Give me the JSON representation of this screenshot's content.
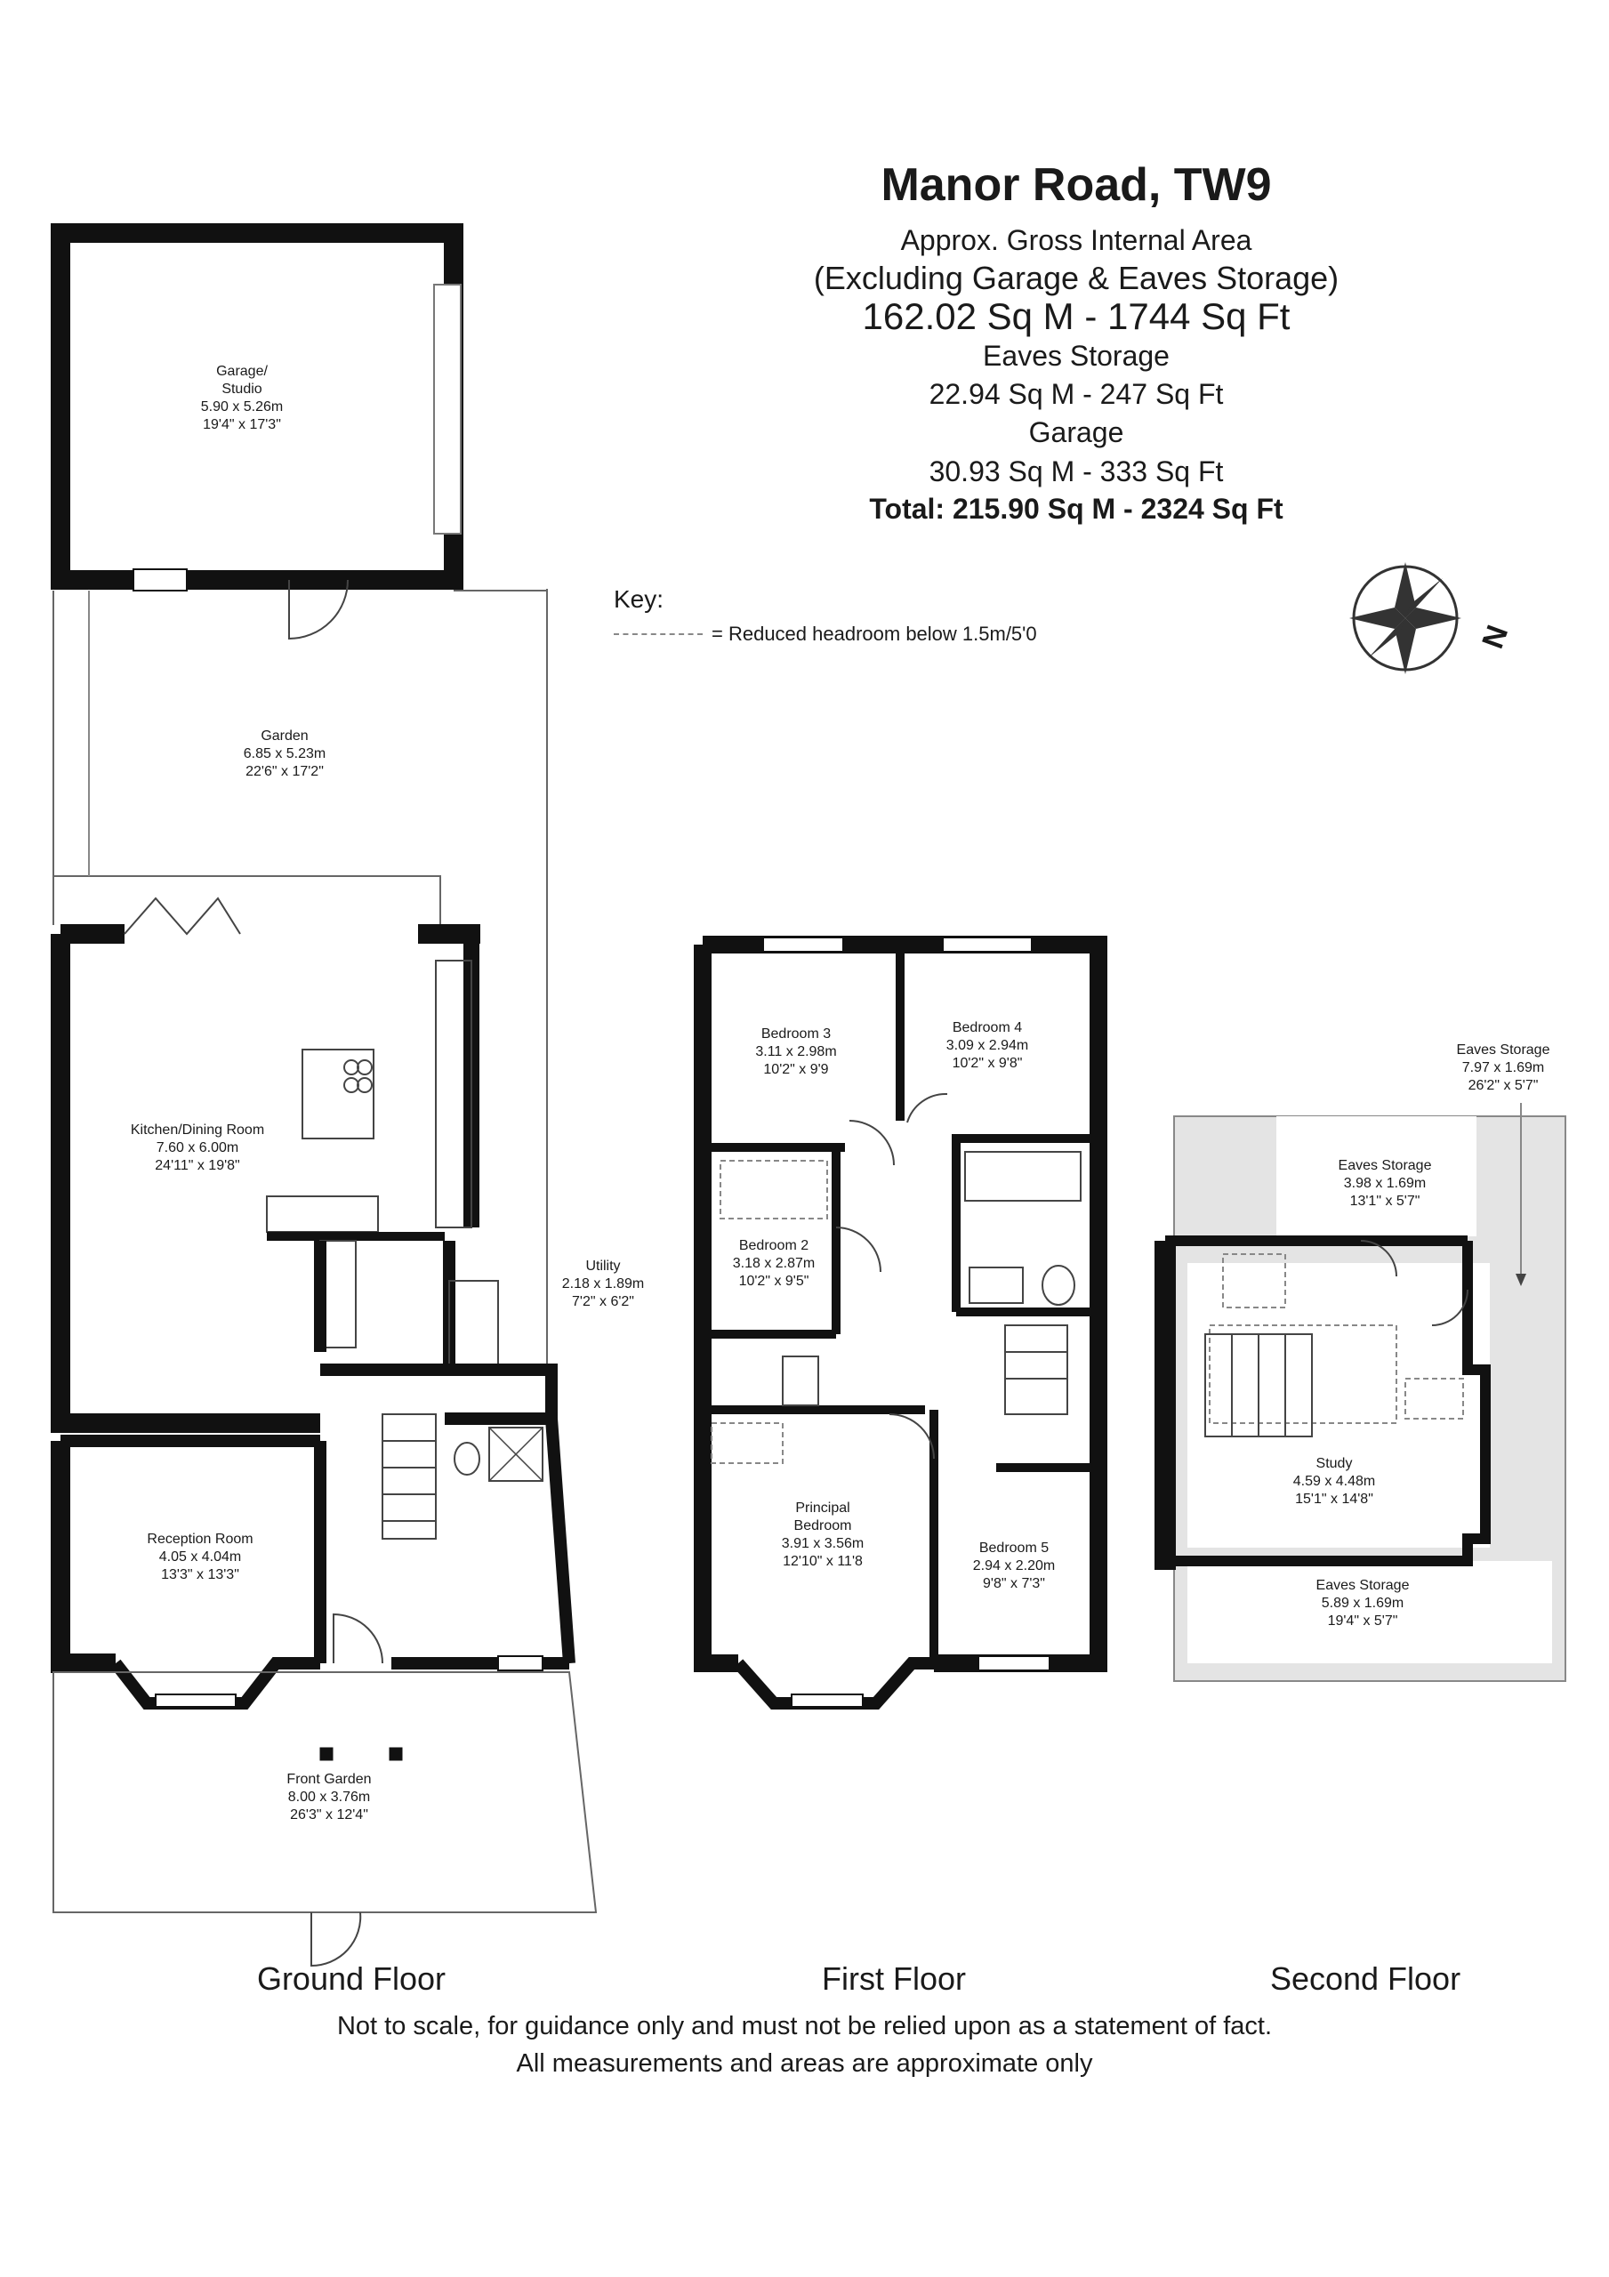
{
  "header": {
    "title": "Manor Road, TW9",
    "gia_label": "Approx. Gross Internal Area",
    "gia_note": "(Excluding Garage & Eaves Storage)",
    "gia_value": "162.02 Sq M -  1744 Sq Ft",
    "eaves_label": "Eaves Storage",
    "eaves_value": "22.94 Sq M -  247 Sq Ft",
    "garage_label": "Garage",
    "garage_value": "30.93 Sq M -  333 Sq Ft",
    "total": "Total: 215.90 Sq M -  2324 Sq Ft"
  },
  "key": {
    "title": "Key:",
    "reduced_headroom": "= Reduced headroom below 1.5m/5'0"
  },
  "compass": {
    "letter": "N"
  },
  "floors": {
    "ground": "Ground Floor",
    "first": "First Floor",
    "second": "Second Floor"
  },
  "rooms": {
    "garage": {
      "name": "Garage/",
      "name2": "Studio",
      "metric": "5.90 x 5.26m",
      "imperial": "19'4\" x 17'3\""
    },
    "garden": {
      "name": "Garden",
      "metric": "6.85 x 5.23m",
      "imperial": "22'6\" x 17'2\""
    },
    "kitchen": {
      "name": "Kitchen/Dining Room",
      "metric": "7.60 x 6.00m",
      "imperial": "24'11\" x 19'8\""
    },
    "utility": {
      "name": "Utility",
      "metric": "2.18 x 1.89m",
      "imperial": "7'2\" x 6'2\""
    },
    "reception": {
      "name": "Reception Room",
      "metric": "4.05 x 4.04m",
      "imperial": "13'3\" x 13'3\""
    },
    "front_garden": {
      "name": "Front Garden",
      "metric": "8.00 x 3.76m",
      "imperial": "26'3\" x 12'4\""
    },
    "bedroom3": {
      "name": "Bedroom 3",
      "metric": "3.11 x 2.98m",
      "imperial": "10'2\" x 9'9"
    },
    "bedroom4": {
      "name": "Bedroom 4",
      "metric": "3.09 x 2.94m",
      "imperial": "10'2\" x 9'8\""
    },
    "bedroom2": {
      "name": "Bedroom 2",
      "metric": "3.18 x 2.87m",
      "imperial": "10'2\" x 9'5\""
    },
    "principal": {
      "name": "Principal",
      "name2": "Bedroom",
      "metric": "3.91 x 3.56m",
      "imperial": "12'10\" x 11'8"
    },
    "bedroom5": {
      "name": "Bedroom 5",
      "metric": "2.94 x 2.20m",
      "imperial": "9'8\" x 7'3\""
    },
    "eaves_outer": {
      "name": "Eaves Storage",
      "metric": "7.97 x 1.69m",
      "imperial": "26'2\" x 5'7\""
    },
    "eaves_top": {
      "name": "Eaves Storage",
      "metric": "3.98 x 1.69m",
      "imperial": "13'1\" x 5'7\""
    },
    "study": {
      "name": "Study",
      "metric": "4.59 x 4.48m",
      "imperial": "15'1\" x 14'8\""
    },
    "eaves_bottom": {
      "name": "Eaves Storage",
      "metric": "5.89 x 1.69m",
      "imperial": "19'4\" x 5'7\""
    }
  },
  "disclaimer": {
    "line1": "Not to scale, for guidance only and must not be relied upon as a statement of fact.",
    "line2": "All measurements and areas are approximate only"
  }
}
